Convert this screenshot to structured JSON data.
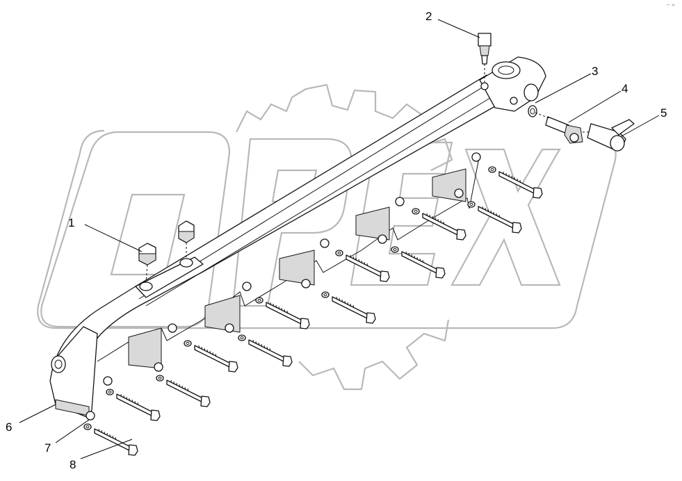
{
  "watermark": {
    "text": "OPEX",
    "color": "#b8b8b8"
  },
  "corner_mark": "⌐ ∞",
  "callouts": [
    {
      "id": "1",
      "label": "1"
    },
    {
      "id": "2",
      "label": "2"
    },
    {
      "id": "3",
      "label": "3"
    },
    {
      "id": "4",
      "label": "4"
    },
    {
      "id": "5",
      "label": "5"
    },
    {
      "id": "6",
      "label": "6"
    },
    {
      "id": "7",
      "label": "7"
    },
    {
      "id": "8",
      "label": "8"
    }
  ]
}
